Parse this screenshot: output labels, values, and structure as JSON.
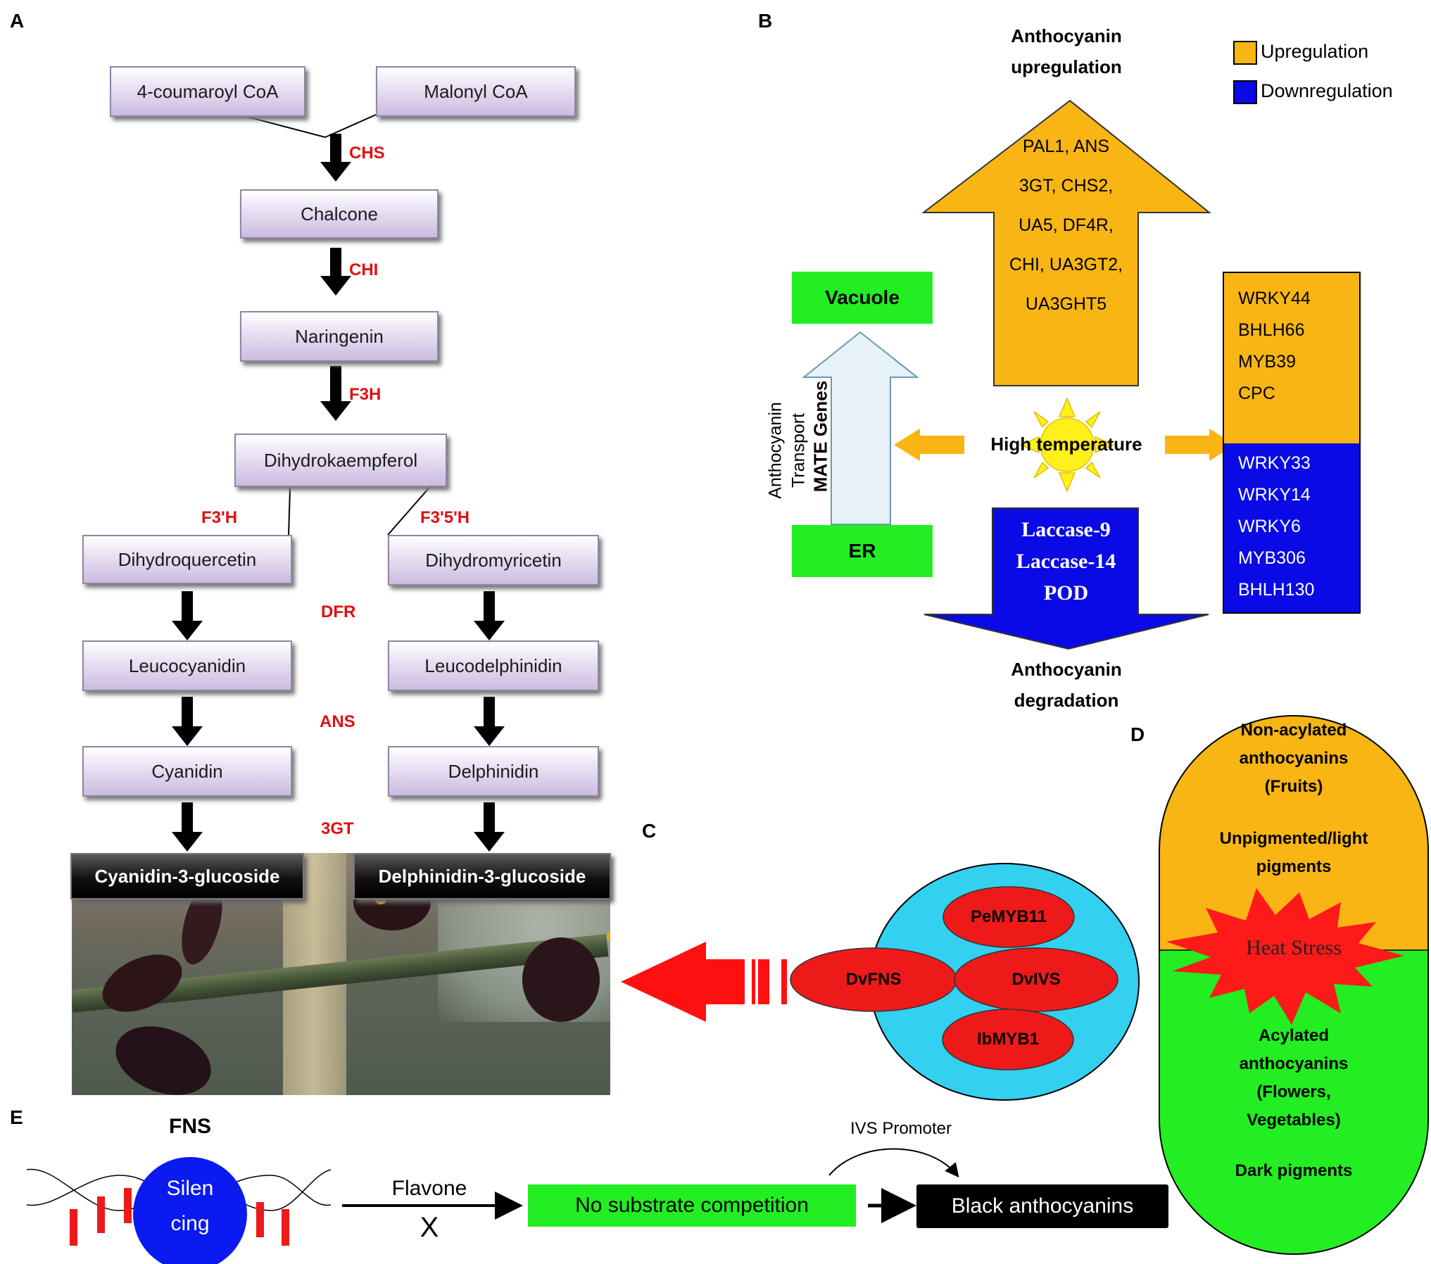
{
  "panels": {
    "a": "A",
    "b": "B",
    "c": "C",
    "d": "D",
    "e": "E"
  },
  "a": {
    "nodes": {
      "coumaroyl": "4-coumaroyl CoA",
      "malonyl": "Malonyl CoA",
      "chalcone": "Chalcone",
      "naringenin": "Naringenin",
      "dihydrokaempferol": "Dihydrokaempferol",
      "dihydroquercetin": "Dihydroquercetin",
      "dihydromyricetin": "Dihydromyricetin",
      "leucocyanidin": "Leucocyanidin",
      "leucodelphinidin": "Leucodelphinidin",
      "cyanidin": "Cyanidin",
      "delphinidin": "Delphinidin",
      "cyanidin3g": "Cyanidin-3-glucoside",
      "delphinidin3g": "Delphinidin-3-glucoside"
    },
    "enzymes": {
      "chs": "CHS",
      "chi": "CHI",
      "f3h": "F3H",
      "f3ph": "F3'H",
      "f35h": "F3'5'H",
      "dfr": "DFR",
      "ans": "ANS",
      "gt": "3GT"
    }
  },
  "b": {
    "legend_up": "Upregulation",
    "legend_down": "Downregulation",
    "colors": {
      "up": "#f8b513",
      "down": "#0a0ae6",
      "green": "#22ee22"
    },
    "up_title_1": "Anthocyanin",
    "up_title_2": "upregulation",
    "up_genes": [
      "PAL1, ANS",
      "3GT, CHS2,",
      "UA5, DF4R,",
      "CHI, UA3GT2,",
      "UA3GHT5"
    ],
    "down_genes": [
      "Laccase-9",
      "Laccase-14",
      "POD"
    ],
    "down_title_1": "Anthocyanin",
    "down_title_2": "degradation",
    "tf_up": [
      "WRKY44",
      "BHLH66",
      "MYB39",
      "CPC"
    ],
    "tf_down": [
      "WRKY33",
      "WRKY14",
      "WRKY6",
      "MYB306",
      "BHLH130"
    ],
    "high_temp": "High temperature",
    "vacuole": "Vacuole",
    "er": "ER",
    "mate": "MATE Genes",
    "transport_1": "Anthocyanin",
    "transport_2": "Transport"
  },
  "c": {
    "genes": [
      "PeMYB11",
      "DvFNS",
      "DvIVS",
      "IbMYB1"
    ]
  },
  "d": {
    "top_1": "Non-acylated",
    "top_2": "anthocyanins",
    "top_3": "(Fruits)",
    "top_4": "Unpigmented/light",
    "top_5": "pigments",
    "heat": "Heat Stress",
    "bot_1": "Acylated",
    "bot_2": "anthocyanins",
    "bot_3": "(Flowers,",
    "bot_4": "Vegetables)",
    "bot_5": "Dark pigments"
  },
  "e": {
    "fns": "FNS",
    "silen": "Silen",
    "cing": "cing",
    "flavone": "Flavone",
    "x": "X",
    "no_sub": "No substrate competition",
    "ivs": "IVS Promoter",
    "black": "Black anthocyanins"
  }
}
